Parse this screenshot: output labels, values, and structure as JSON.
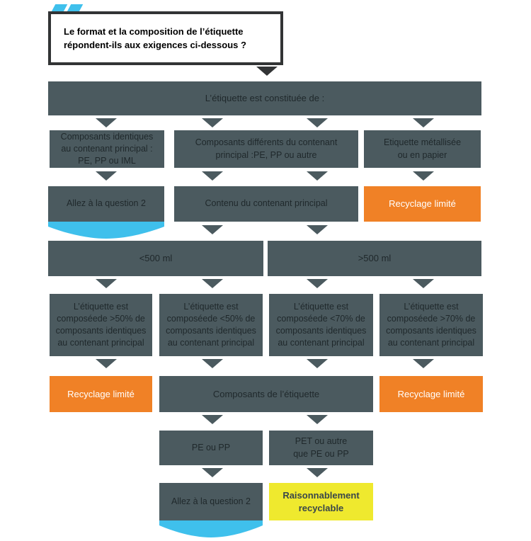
{
  "colors": {
    "slate": "#4b5a5f",
    "orange": "#f08126",
    "cyan": "#3fc0ec",
    "yellow": "#efe92e",
    "ink": "#1f282b",
    "border_dark": "#323435"
  },
  "nodes": {
    "question": "Le format et la composition de l’étiquette répondent-ils aux exigences ci-dessous ?",
    "constitution": "L’étiquette est constituée de :",
    "composants_identiques": "Composants identiques au contenant principal : PE, PP ou IML",
    "composants_differents": "Composants différents du contenant principal :PE, PP ou autre",
    "etiquette_metallisee": "Etiquette métallisée ou en papier",
    "allez_question_2_a": "Allez à la question 2",
    "contenu_contenant": "Contenu du contenant principal",
    "recyclage_limite_a": "Recyclage limité",
    "moins_500ml": "<500 ml",
    "plus_500ml": ">500 ml",
    "composee_sup_50": "L’étiquette est composéede >50% de composants identiques au contenant principal",
    "composee_inf_50": "L’étiquette est composéede <50% de composants identiques au contenant principal",
    "composee_inf_70": "L’étiquette est composéede <70% de composants identiques au contenant principal",
    "composee_sup_70": "L’étiquette est composéede >70% de composants identiques au contenant principal",
    "recyclage_limite_b": "Recyclage limité",
    "composants_etiquette": "Composants de l’étiquette",
    "recyclage_limite_c": "Recyclage limité",
    "pe_ou_pp": "PE ou PP",
    "pet_ou_autre": "PET ou autre que PE ou PP",
    "allez_question_2_b": "Allez à la question 2",
    "raisonnablement_recyclable": "Raisonnablement recyclable"
  }
}
